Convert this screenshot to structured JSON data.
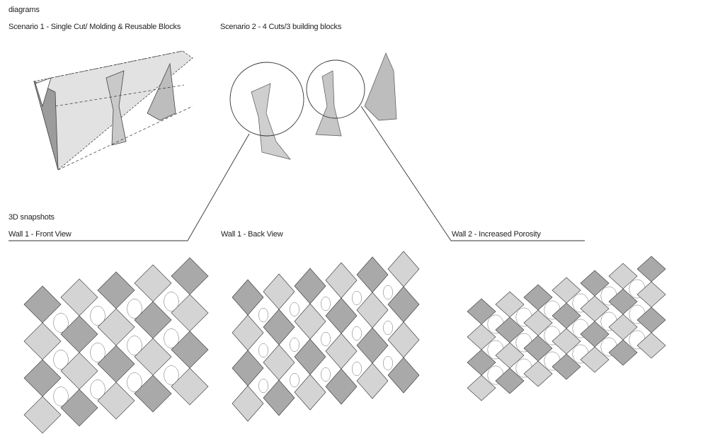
{
  "section_diagrams": "diagrams",
  "scenario1": "Scenario 1 - Single Cut/ Molding & Reusable Blocks",
  "scenario2": "Scenario 2 - 4 Cuts/3 building blocks",
  "section_snapshots": "3D snapshots",
  "wall1_front": "Wall 1 - Front View",
  "wall1_back": "Wall 1 - Back View",
  "wall2": "Wall 2 - Increased Porosity",
  "colors": {
    "surface": "#d4d4d4",
    "shade": "#a9a9a9",
    "line": "#333333"
  }
}
